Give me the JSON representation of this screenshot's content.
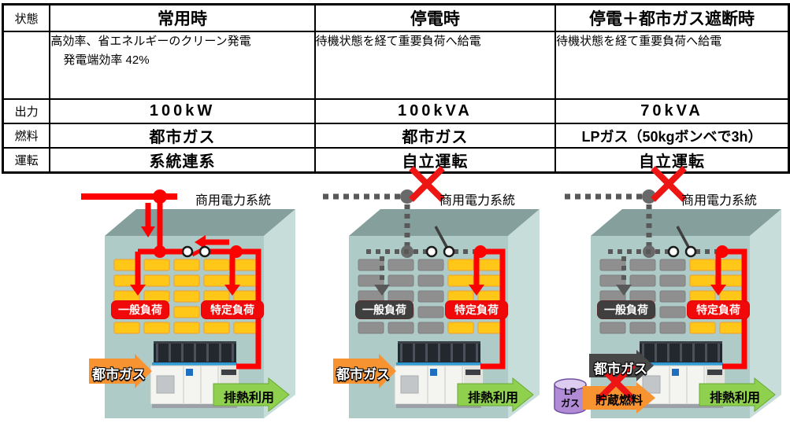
{
  "table": {
    "corner_label": "状態",
    "row_labels": {
      "output": "出力",
      "fuel": "燃料",
      "operation": "運転"
    },
    "columns": [
      {
        "title": "常用時",
        "description_line1": "高効率、省エネルギーのクリーン発電",
        "description_line2": "発電端効率 42%",
        "output": "100kW",
        "fuel": "都市ガス",
        "operation": "系統連系"
      },
      {
        "title": "停電時",
        "description_line1": "待機状態を経て重要負荷へ給電",
        "description_line2": "",
        "output": "100kVA",
        "fuel": "都市ガス",
        "operation": "自立運転"
      },
      {
        "title": "停電＋都市ガス遮断時",
        "description_line1": "待機状態を経て重要負荷へ給電",
        "description_line2": "",
        "output": "70kVA",
        "fuel": "LPガス（50kgボンベで3h）",
        "operation": "自立運転"
      }
    ]
  },
  "diagrams": [
    {
      "name": "normal-operation",
      "grid_label": "商用電力系統",
      "grid_live": true,
      "gas_cut": false,
      "general_load_label": "一般負荷",
      "specific_load_label": "特定負荷",
      "gas_label": "都市ガス",
      "heat_label": "排熱利用"
    },
    {
      "name": "power-outage",
      "grid_label": "商用電力系統",
      "grid_live": false,
      "gas_cut": false,
      "general_load_label": "一般負荷",
      "specific_load_label": "特定負荷",
      "gas_label": "都市ガス",
      "heat_label": "排熱利用"
    },
    {
      "name": "outage-and-gas-cut",
      "grid_label": "商用電力系統",
      "grid_live": false,
      "gas_cut": true,
      "general_load_label": "一般負荷",
      "specific_load_label": "特定負荷",
      "gas_label": "都市ガス",
      "stored_fuel_label": "貯蔵燃料",
      "lp_label_line1": "LP",
      "lp_label_line2": "ガス",
      "heat_label": "排熱利用"
    }
  ],
  "colors": {
    "power_red": "#ff0000",
    "cross_red": "#ee1515",
    "dead_gray": "#595959",
    "node_gray": "#696969",
    "window_on": "#ffc718",
    "window_on_border": "#f09e2e",
    "window_off": "#8f8f8f",
    "building_front": "#aecbc7",
    "building_top": "#85a09c",
    "building_side": "#c6ddd9",
    "gas_orange": "#f79331",
    "gas_dark": "#474747",
    "heat_green": "#8fd14f",
    "heat_green_edge": "#66a930",
    "label_red": "#f10808",
    "label_gray": "#3f3f3f",
    "lp_fill": "#b18bd6",
    "lp_top": "#dccdf0",
    "lp_edge": "#6f4fa0"
  }
}
